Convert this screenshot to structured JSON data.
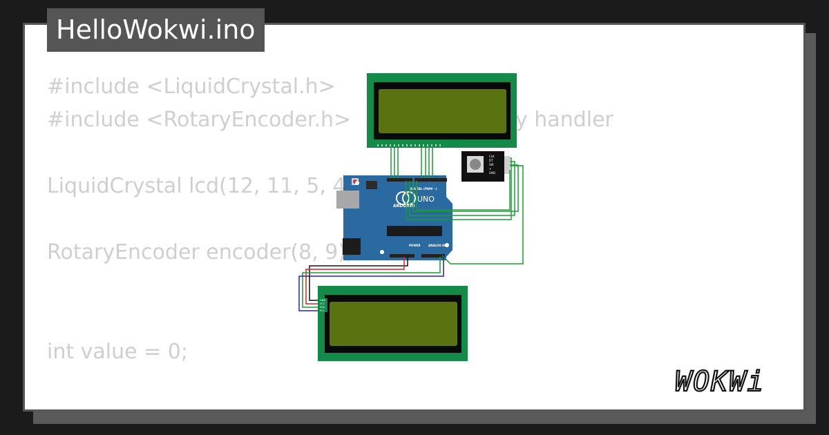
{
  "title": "HelloWokwi.ino",
  "code_lines": [
    "#include <LiquidCrystal.h>",
    "#include <RotaryEncoder.h>",
    "LiquidCrystal lcd(12, 11, 5, 4",
    "RotaryEncoder encoder(8, 9);",
    "int value = 0;"
  ],
  "code_fragment": "y handler",
  "brand": "WOKWi",
  "board": {
    "logo_text": "ARDUINO",
    "model": "UNO",
    "label_digital": "DIGITAL (PWM ~)",
    "label_power": "POWER",
    "label_analog": "ANALOG IN"
  },
  "encoder_pins": [
    "CLK",
    "DT",
    "SW",
    "+",
    "GND"
  ],
  "i2c_pins": [
    "GND",
    "VCC",
    "SDA",
    "SCL"
  ],
  "colors": {
    "background": "#1b1b1b",
    "card": "#ffffff",
    "tab": "#555555",
    "code_text": "#cfcfcf",
    "lcd_frame": "#138a47",
    "lcd_screen": "#5a7210",
    "board": "#2a6aa0",
    "wire_green": "#1a9b32",
    "wire_red": "#d92020",
    "wire_blue": "#2020c8",
    "wire_black": "#111111"
  }
}
